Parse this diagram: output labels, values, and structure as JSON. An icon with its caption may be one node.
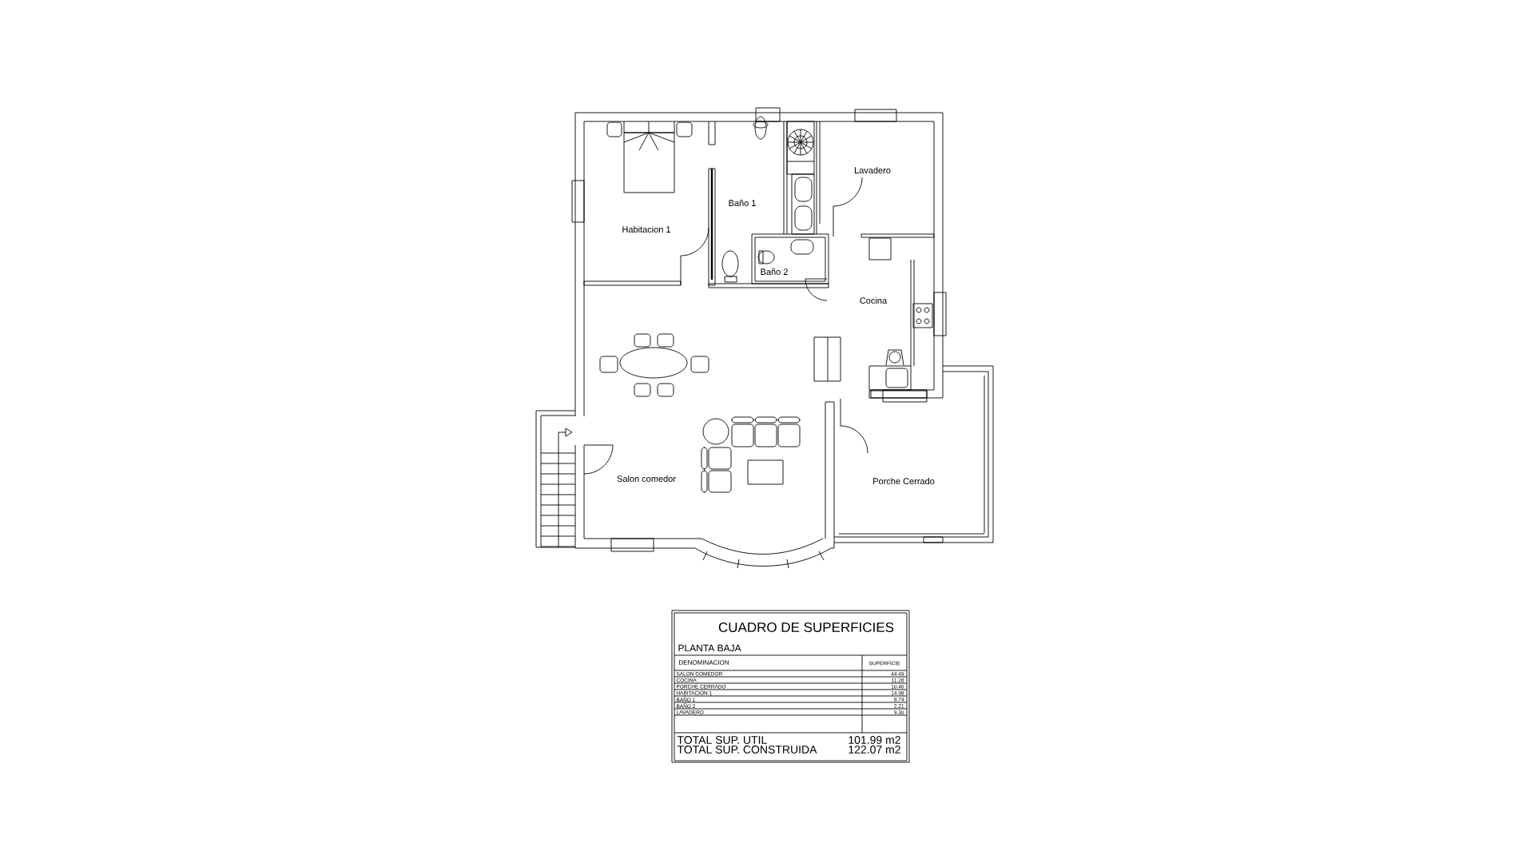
{
  "diagram": {
    "labels": [
      "Lavadero",
      "Baño 1",
      "Habitacion 1",
      "Baño 2",
      "Cocina",
      "Salon comedor",
      "Porche Cerrado",
      "CUADRO DE SUPERFICIES",
      "PLANTA BAJA",
      "DENOMINACION",
      "SUPERFICIE",
      "SALON COMEDOR",
      "44.49",
      "COCINA",
      "11.28",
      "PORCHE CERRADO",
      "10.46",
      "HABITACION 1",
      "14.98",
      "BAÑO 1",
      "8.74",
      "BAÑO 2",
      "2.21",
      "LAVADERO",
      "9.30",
      "TOTAL SUP. UTIL",
      "101.99 m2",
      "TOTAL SUP. CONSTRUIDA",
      "122.07 m2"
    ]
  }
}
